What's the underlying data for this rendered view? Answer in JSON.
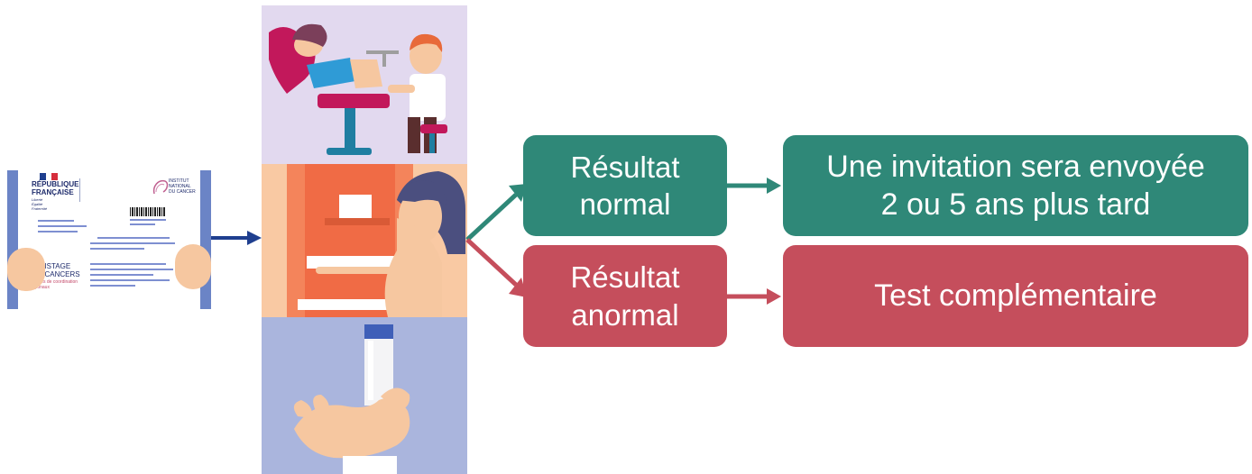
{
  "letter": {
    "rf_line1": "RÉPUBLIQUE",
    "rf_line2": "FRANÇAISE",
    "motto1": "Liberté",
    "motto2": "Égalité",
    "motto3": "Fraternité",
    "inca_line1": "INSTITUT",
    "inca_line2": "NATIONAL",
    "inca_line3": "DU CANCER",
    "depistage1": "DÉPISTAGE",
    "depistage2": "DESCANCERS",
    "centres1": "Centres de coordination",
    "centres2": "régionaux"
  },
  "outcomes": {
    "normal": {
      "line1": "Résultat",
      "line2": "normal"
    },
    "anormal": {
      "line1": "Résultat",
      "line2": "anormal"
    }
  },
  "next_steps": {
    "invitation": {
      "line1": "Une invitation sera envoyée",
      "line2": "2 ou 5 ans plus tard"
    },
    "test": {
      "line1": "Test complémentaire"
    }
  },
  "colors": {
    "green": "#2f8878",
    "red": "#c54e5c",
    "arrow_blue": "#1f3f8f",
    "panel_lilac": "#e2d9ef",
    "panel_orange": "#f4845b",
    "panel_blue": "#aab5dd"
  },
  "icons": [
    "french-republic-flag-icon",
    "inca-logo-icon",
    "barcode-icon"
  ]
}
